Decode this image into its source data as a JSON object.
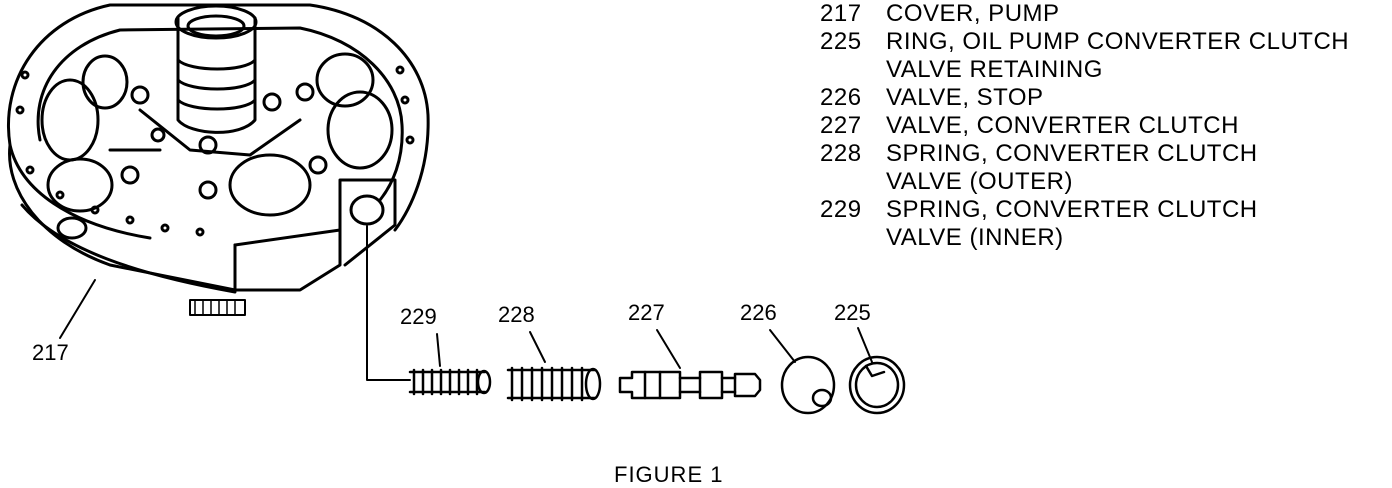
{
  "legend": [
    {
      "number": "217",
      "description": "COVER, PUMP"
    },
    {
      "number": "225",
      "description": "RING, OIL PUMP CONVERTER CLUTCH\nVALVE RETAINING"
    },
    {
      "number": "226",
      "description": "VALVE, STOP"
    },
    {
      "number": "227",
      "description": "VALVE, CONVERTER CLUTCH"
    },
    {
      "number": "228",
      "description": "SPRING, CONVERTER CLUTCH\nVALVE (OUTER)"
    },
    {
      "number": "229",
      "description": "SPRING, CONVERTER CLUTCH\nVALVE (INNER)"
    }
  ],
  "callouts": {
    "pump_cover": "217",
    "inner_spring": "229",
    "outer_spring": "228",
    "clutch_valve": "227",
    "stop_valve": "226",
    "retaining_ring": "225"
  },
  "caption": "FIGURE 1"
}
